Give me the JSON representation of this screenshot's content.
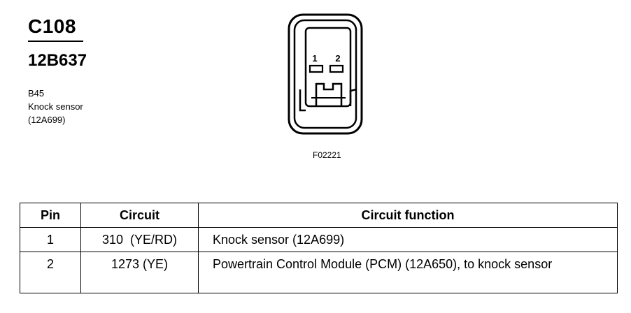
{
  "connector": {
    "id": "C108",
    "part_number": "12B637",
    "component_code": "B45",
    "component_name": "Knock sensor",
    "component_part": "(12A699)"
  },
  "figure": {
    "pin_labels": [
      "1",
      "2"
    ],
    "code": "F02221"
  },
  "table": {
    "headers": [
      "Pin",
      "Circuit",
      "Circuit function"
    ],
    "rows": [
      {
        "pin": "1",
        "circuit": "310  (YE/RD)",
        "function": "Knock sensor (12A699)"
      },
      {
        "pin": "2",
        "circuit": "1273 (YE)",
        "function": "Powertrain Control Module (PCM) (12A650), to knock sensor"
      }
    ]
  }
}
